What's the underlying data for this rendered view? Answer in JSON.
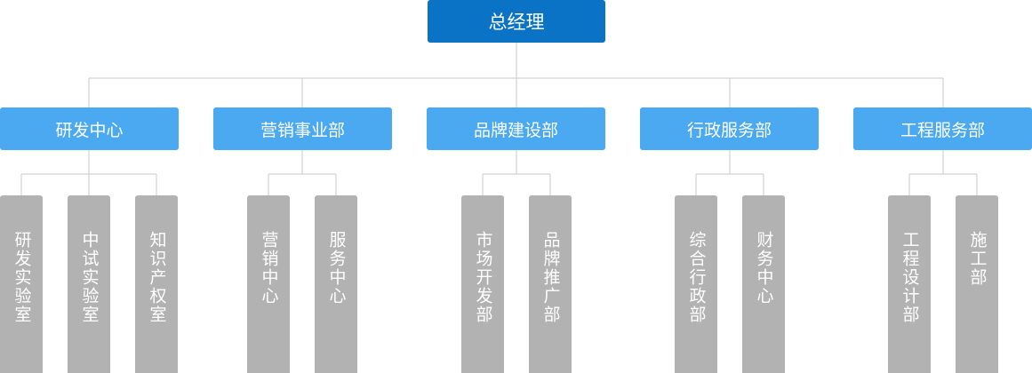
{
  "colors": {
    "root": "#0b73c5",
    "department": "#4aa9f1",
    "unit": "#b2b2b2",
    "connector": "#c8c8c8",
    "text": "#ffffff"
  },
  "org": {
    "root": {
      "label": "总经理"
    },
    "departments": [
      {
        "label": "研发中心",
        "units": [
          "研发实验室",
          "中试实验室",
          "知识产权室"
        ]
      },
      {
        "label": "营销事业部",
        "units": [
          "营销中心",
          "服务中心"
        ]
      },
      {
        "label": "品牌建设部",
        "units": [
          "市场开发部",
          "品牌推广部"
        ]
      },
      {
        "label": "行政服务部",
        "units": [
          "综合行政部",
          "财务中心"
        ]
      },
      {
        "label": "工程服务部",
        "units": [
          "工程设计部",
          "施工部"
        ]
      }
    ]
  }
}
